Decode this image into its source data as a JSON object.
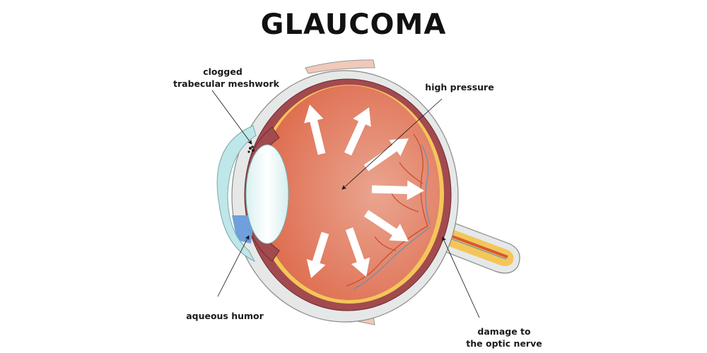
{
  "title": "GLAUCOMA",
  "labels": {
    "trabecular": [
      "clogged",
      "trabecular meshwork"
    ],
    "pressure": "high pressure",
    "aqueous": "aqueous humor",
    "optic": [
      "damage to",
      "the optic nerve"
    ]
  },
  "colors": {
    "sclera": "#e6e8e8",
    "choroid": "#a34a4f",
    "retina": "#f3c65a",
    "vitreous": "#e07a5f",
    "cornea": "#bfe6e8",
    "aqueous": "#6f9fdc",
    "arrow": "#ffffff"
  }
}
